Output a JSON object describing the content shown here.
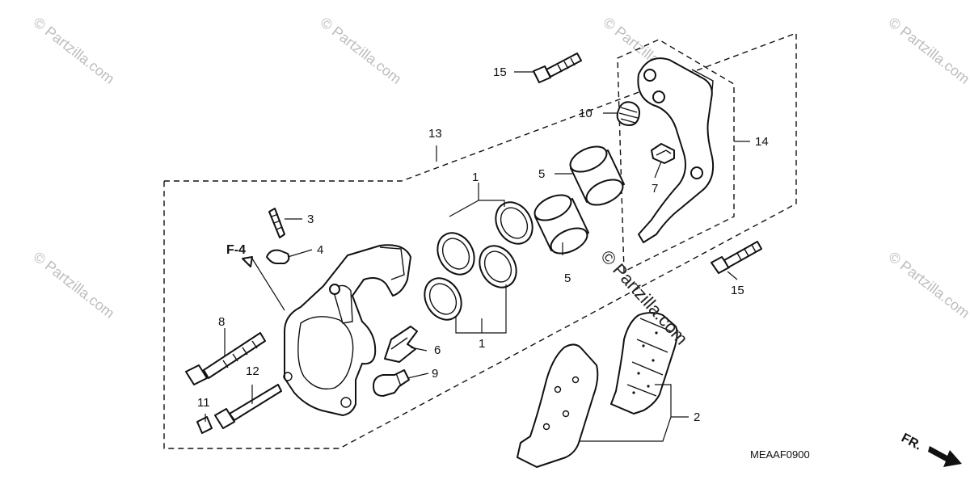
{
  "diagram": {
    "callouts": {
      "c1_upper": "1",
      "c1_lower": "1",
      "c2": "2",
      "c3": "3",
      "c4": "4",
      "c5_upper": "5",
      "c5_lower": "5",
      "c6": "6",
      "c7": "7",
      "c8": "8",
      "c9": "9",
      "c10": "10",
      "c11": "11",
      "c12": "12",
      "c13": "13",
      "c14": "14",
      "c15_upper": "15",
      "c15_lower": "15"
    },
    "reference_tag": "F-4",
    "diagram_code": "MEAAF0900",
    "direction_label": "FR.",
    "watermark_text": "© Partzilla.com",
    "watermark_center_text": "© Partzilla.com"
  }
}
